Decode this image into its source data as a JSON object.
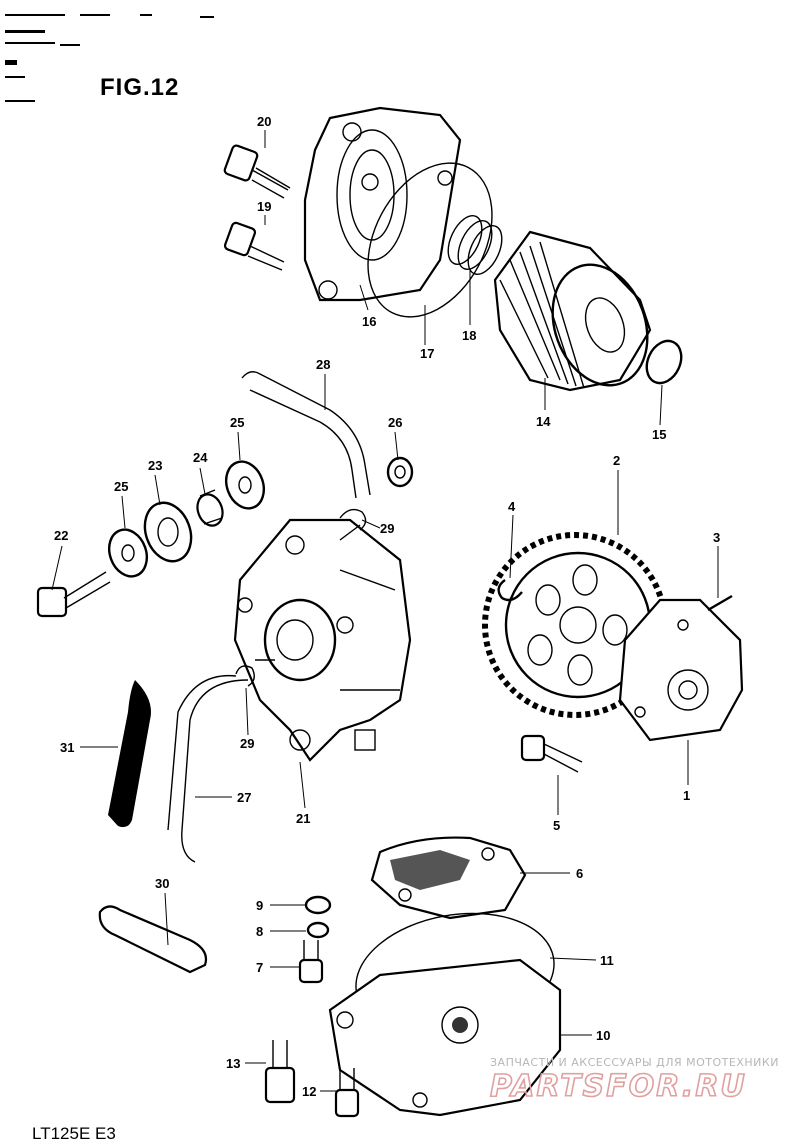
{
  "figure": {
    "title": "FIG.12",
    "footer": "LT125E E3"
  },
  "watermark": {
    "top_text": "ЗАПЧАСТИ И АКСЕССУАРЫ ДЛЯ МОТОТЕХНИКИ",
    "logo_text": "PARTSFOR.RU"
  },
  "part_numbers": {
    "p1": "1",
    "p2": "2",
    "p3": "3",
    "p4": "4",
    "p5": "5",
    "p6": "6",
    "p7": "7",
    "p8": "8",
    "p9": "9",
    "p10": "10",
    "p11": "11",
    "p12": "12",
    "p13": "13",
    "p14": "14",
    "p15": "15",
    "p16": "16",
    "p17": "17",
    "p18": "18",
    "p19": "19",
    "p20": "20",
    "p21": "21",
    "p22": "22",
    "p23": "23",
    "p24": "24",
    "p25a": "25",
    "p25b": "25",
    "p26": "26",
    "p27": "27",
    "p28": "28",
    "p29a": "29",
    "p29b": "29",
    "p30": "30",
    "p31": "31"
  }
}
